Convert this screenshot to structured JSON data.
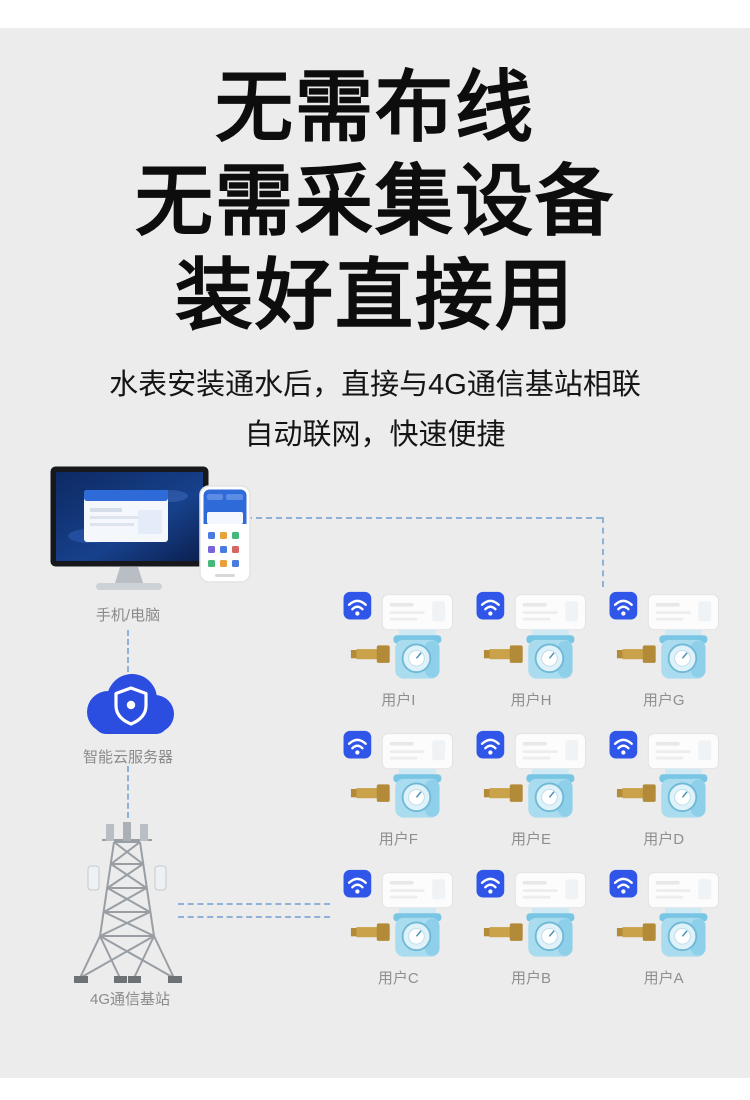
{
  "headline": {
    "lines": [
      "无需布线",
      "无需采集设备",
      "装好直接用"
    ]
  },
  "subtitle": {
    "lines": [
      "水表安装通水后，直接与4G通信基站相联",
      "自动联网，快速便捷"
    ]
  },
  "diagram": {
    "devices_label": "手机/电脑",
    "cloud_label": "智能云服务器",
    "tower_label": "4G通信基站",
    "users": [
      {
        "label": "用户I"
      },
      {
        "label": "用户H"
      },
      {
        "label": "用户G"
      },
      {
        "label": "用户F"
      },
      {
        "label": "用户E"
      },
      {
        "label": "用户D"
      },
      {
        "label": "用户C"
      },
      {
        "label": "用户B"
      },
      {
        "label": "用户A"
      }
    ]
  },
  "icons": {
    "wifi_icon": "wifi signal badge",
    "cloud_icon": "cloud with shield",
    "tower_icon": "4G communication tower",
    "monitor_icon": "desktop monitor dashboard",
    "phone_icon": "smartphone app"
  },
  "colors": {
    "background_gray": "#ececec",
    "accent_blue": "#2f56e8",
    "cloud_blue": "#2b4de0",
    "meter_blue": "#aadcf0",
    "brass": "#c9a24a",
    "dash_blue": "#8fb0d8",
    "label_gray": "#8a8a8a"
  }
}
